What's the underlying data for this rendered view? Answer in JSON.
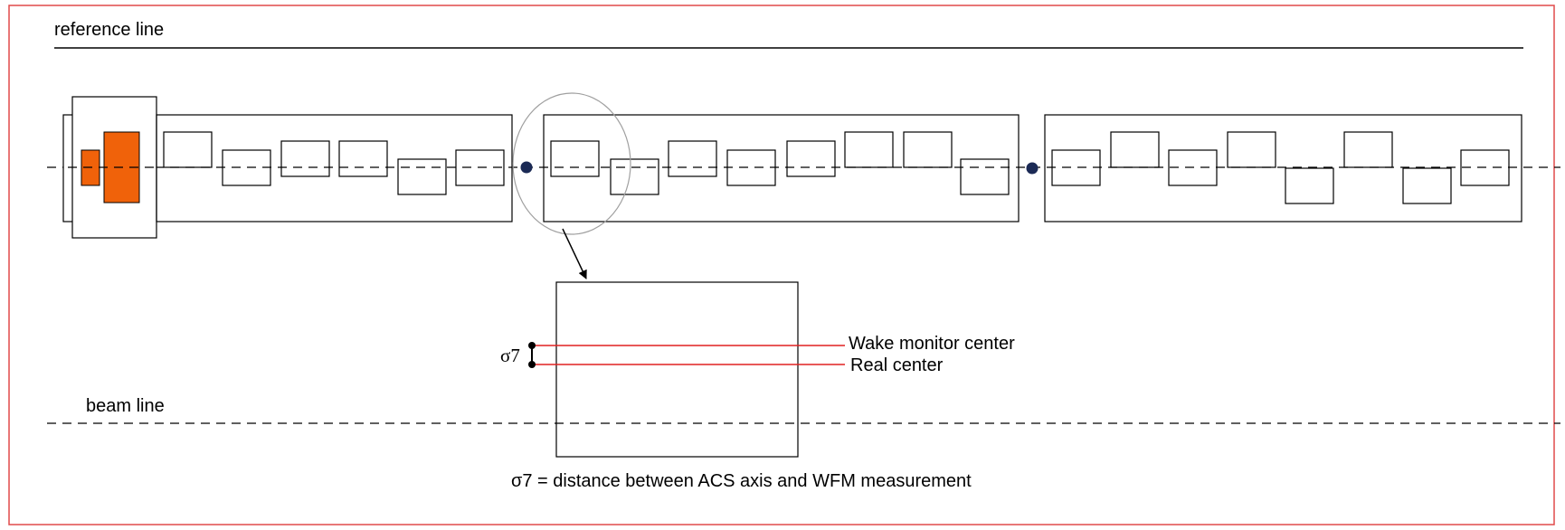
{
  "labels": {
    "reference_line": "reference line",
    "beam_line": "beam line",
    "wake_monitor_center": "Wake monitor center",
    "real_center": "Real center",
    "sigma": "σ7",
    "equation": "σ7 = distance between ACS axis and WFM measurement"
  },
  "colors": {
    "frame_border": "#e04a4a",
    "center_lines": "#e02020",
    "source_block": "#f0620a",
    "bpm_dot": "#1b2a55",
    "zoom_circle": "#a0a0a0"
  }
}
